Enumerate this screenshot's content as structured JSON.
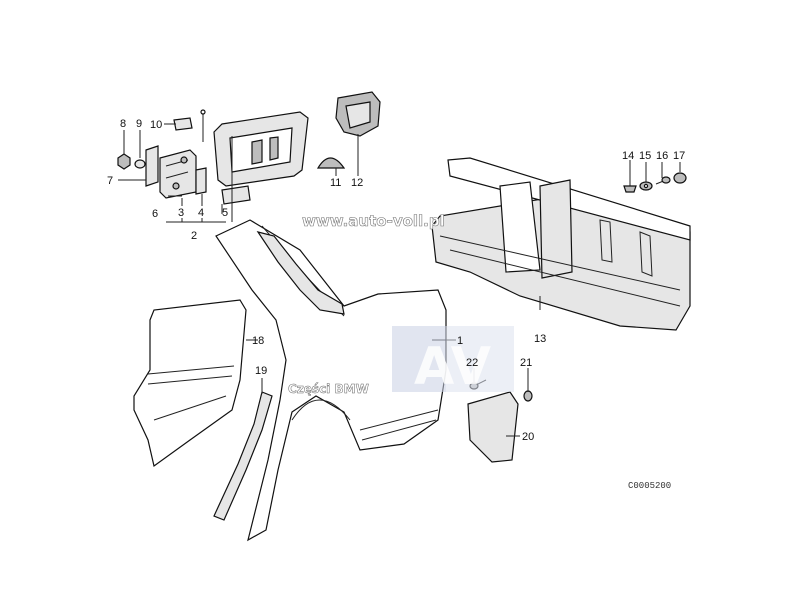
{
  "watermark": {
    "url": "www.auto-voll.pl",
    "logo_letters": "AV",
    "logo_caption": "Części BMW"
  },
  "drawing_code": "C0005200",
  "callouts": [
    {
      "id": "p1",
      "label": "1"
    },
    {
      "id": "p2",
      "label": "2"
    },
    {
      "id": "p3",
      "label": "3"
    },
    {
      "id": "p4",
      "label": "4"
    },
    {
      "id": "p5",
      "label": "5"
    },
    {
      "id": "p6",
      "label": "6"
    },
    {
      "id": "p7",
      "label": "7"
    },
    {
      "id": "p8",
      "label": "8"
    },
    {
      "id": "p9",
      "label": "9"
    },
    {
      "id": "p10",
      "label": "10"
    },
    {
      "id": "p11",
      "label": "11"
    },
    {
      "id": "p12",
      "label": "12"
    },
    {
      "id": "p13",
      "label": "13"
    },
    {
      "id": "p14",
      "label": "14"
    },
    {
      "id": "p15",
      "label": "15"
    },
    {
      "id": "p16",
      "label": "16"
    },
    {
      "id": "p17",
      "label": "17"
    },
    {
      "id": "p18",
      "label": "18"
    },
    {
      "id": "p19",
      "label": "19"
    },
    {
      "id": "p20",
      "label": "20"
    },
    {
      "id": "p21",
      "label": "21"
    },
    {
      "id": "p22",
      "label": "22"
    }
  ]
}
